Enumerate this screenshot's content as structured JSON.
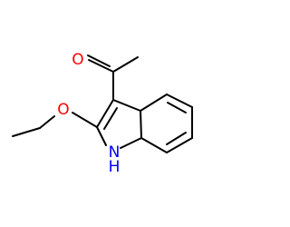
{
  "molecule": {
    "atoms": {
      "oxygen_carbonyl": {
        "text": "O",
        "color": "#ff0000"
      },
      "oxygen_ether": {
        "text": "O",
        "color": "#ff0000"
      },
      "nitrogen": {
        "text": "N",
        "color": "#0000ff"
      },
      "nitrogen_hydrogen": {
        "text": "H",
        "color": "#0000ff"
      }
    },
    "bond_color": "#000000"
  }
}
